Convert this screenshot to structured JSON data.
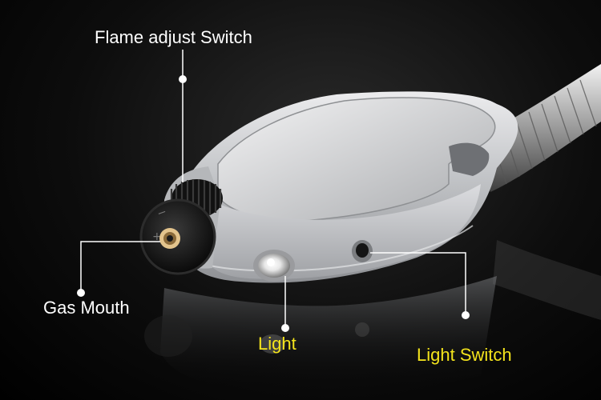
{
  "callouts": {
    "flame_adjust": {
      "label": "Flame adjust Switch"
    },
    "gas_mouth": {
      "label": "Gas Mouth"
    },
    "light": {
      "label": "Light"
    },
    "light_switch": {
      "label": "Light Switch"
    }
  },
  "colors": {
    "background": "#000000",
    "label_white": "#ffffff",
    "label_yellow": "#f4e41c",
    "leader_line": "#ffffff",
    "body_silver": "#c4c6c9",
    "dial_black": "#141414"
  }
}
